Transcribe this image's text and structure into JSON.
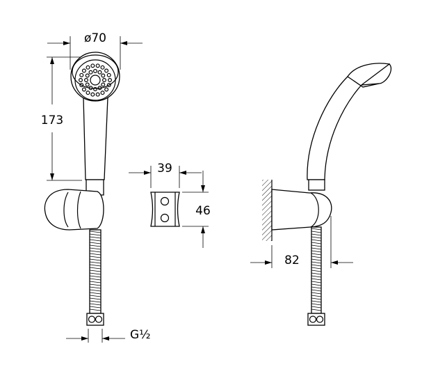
{
  "drawing": {
    "dimensions": {
      "head_diameter": "ø70",
      "handshower_length": "173",
      "holder_width": "39",
      "holder_height": "46",
      "connection_thread": "G½",
      "wall_projection": "82"
    },
    "line_color": "#000000",
    "background": "#ffffff"
  }
}
